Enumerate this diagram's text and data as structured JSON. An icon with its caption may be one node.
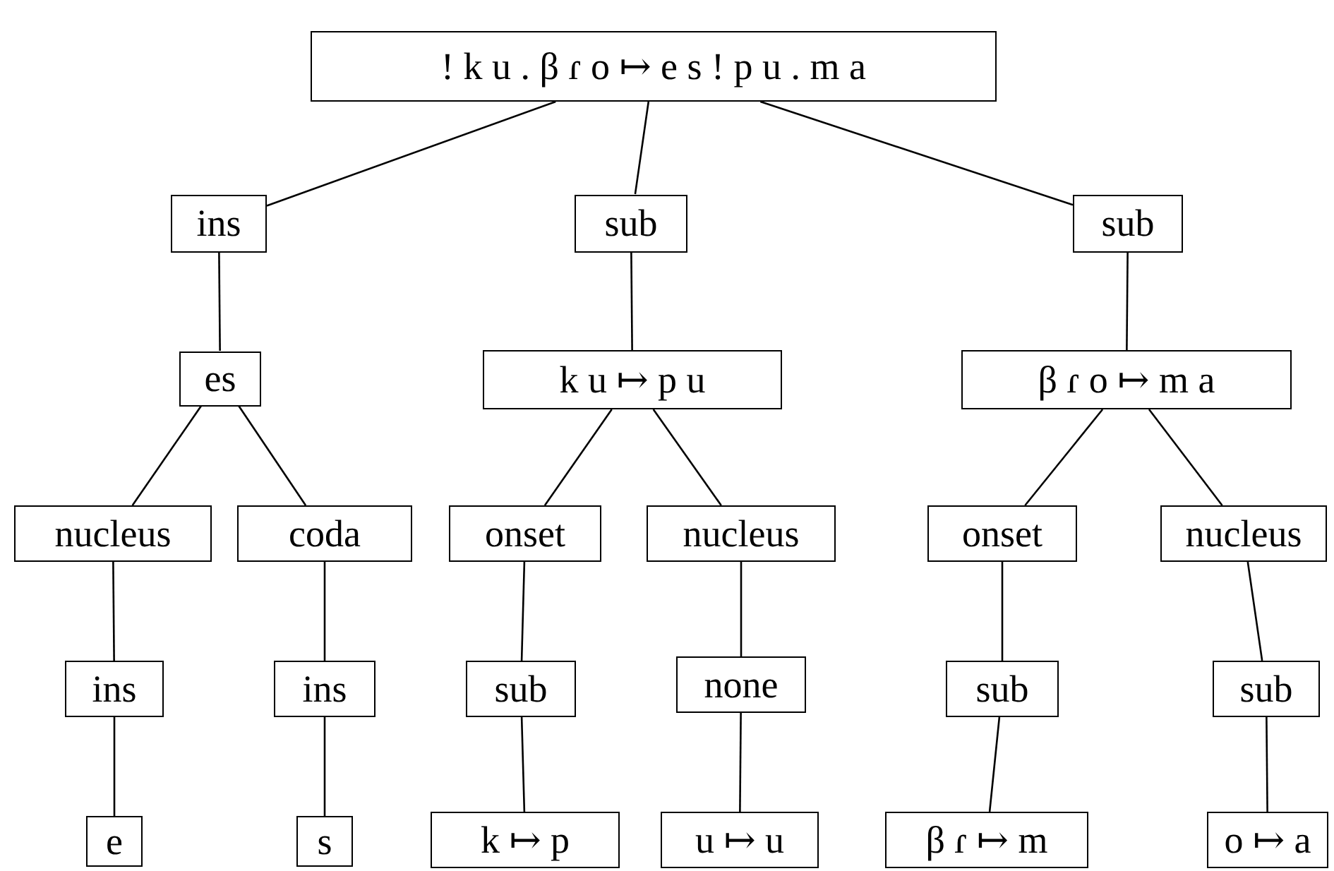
{
  "diagram": {
    "nodes": [
      {
        "text": [
          "! k u . β ɾ o ↦ e s ! p u . m a"
        ]
      },
      {
        "text": [
          "ins"
        ]
      },
      {
        "text": [
          "sub"
        ]
      },
      {
        "text": [
          "sub"
        ]
      },
      {
        "text": [
          "es"
        ]
      },
      {
        "text": [
          "k u ↦ p u"
        ]
      },
      {
        "text": [
          "β ɾ o ↦ m a"
        ]
      },
      {
        "text": [
          "nucleus"
        ]
      },
      {
        "text": [
          "coda"
        ]
      },
      {
        "text": [
          "onset"
        ]
      },
      {
        "text": [
          "nucleus"
        ]
      },
      {
        "text": [
          "onset"
        ]
      },
      {
        "text": [
          "nucleus"
        ]
      },
      {
        "text": [
          "ins"
        ]
      },
      {
        "text": [
          "ins"
        ]
      },
      {
        "text": [
          "sub"
        ]
      },
      {
        "text": [
          "none"
        ]
      },
      {
        "text": [
          "sub"
        ]
      },
      {
        "text": [
          "sub"
        ]
      },
      {
        "text": [
          "e"
        ]
      },
      {
        "text": [
          "s"
        ]
      },
      {
        "text": [
          "k ↦ p"
        ]
      },
      {
        "text": [
          "u ↦ u"
        ]
      },
      {
        "text": [
          "β ɾ ↦ m"
        ]
      },
      {
        "text": [
          "o ↦ a"
        ]
      }
    ],
    "edges": [
      {
        "from": 0,
        "to": 1,
        "arrow": "none"
      },
      {
        "from": 0,
        "to": 2,
        "arrow": "none"
      },
      {
        "from": 0,
        "to": 3,
        "arrow": "none"
      },
      {
        "from": 1,
        "to": 4,
        "arrow": "none"
      },
      {
        "from": 2,
        "to": 5,
        "arrow": "none"
      },
      {
        "from": 3,
        "to": 6,
        "arrow": "none"
      },
      {
        "from": 4,
        "to": 7,
        "arrow": "none"
      },
      {
        "from": 4,
        "to": 8,
        "arrow": "none"
      },
      {
        "from": 5,
        "to": 9,
        "arrow": "none"
      },
      {
        "from": 5,
        "to": 10,
        "arrow": "none"
      },
      {
        "from": 6,
        "to": 11,
        "arrow": "none"
      },
      {
        "from": 6,
        "to": 12,
        "arrow": "none"
      },
      {
        "from": 7,
        "to": 13,
        "arrow": "none"
      },
      {
        "from": 8,
        "to": 14,
        "arrow": "none"
      },
      {
        "from": 9,
        "to": 15,
        "arrow": "none"
      },
      {
        "from": 10,
        "to": 16,
        "arrow": "none"
      },
      {
        "from": 11,
        "to": 17,
        "arrow": "none"
      },
      {
        "from": 12,
        "to": 18,
        "arrow": "none"
      },
      {
        "from": 13,
        "to": 19,
        "arrow": "none"
      },
      {
        "from": 14,
        "to": 20,
        "arrow": "none"
      },
      {
        "from": 15,
        "to": 21,
        "arrow": "none"
      },
      {
        "from": 16,
        "to": 22,
        "arrow": "none"
      },
      {
        "from": 17,
        "to": 23,
        "arrow": "none"
      },
      {
        "from": 18,
        "to": 24,
        "arrow": "none"
      }
    ]
  }
}
